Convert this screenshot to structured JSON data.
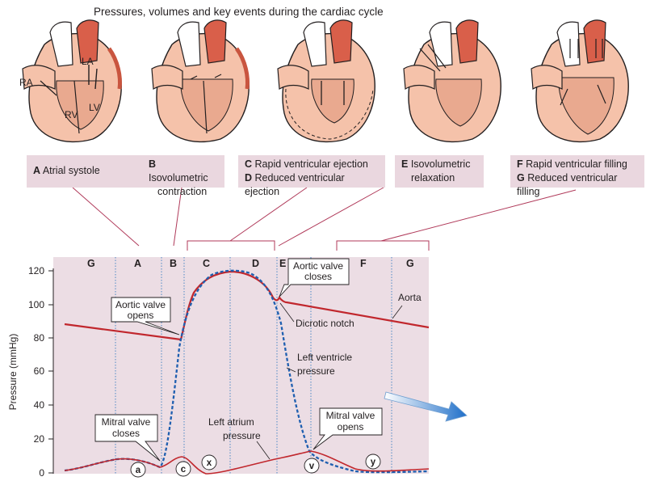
{
  "title": "Pressures, volumes and key events during the cardiac cycle",
  "heart_labels": {
    "ra": "RA",
    "la": "LA",
    "rv": "RV",
    "lv": "LV"
  },
  "phase_boxes": [
    {
      "letter": "A",
      "text": "Atrial systole"
    },
    {
      "letter": "B",
      "text": "Isovolumetric",
      "text2": "contraction"
    },
    {
      "letter": "C",
      "text": "Rapid ventricular ejection",
      "letter2": "D",
      "text2": "Reduced ventricular ejection"
    },
    {
      "letter": "E",
      "text": "Isovolumetric",
      "text2": "relaxation"
    },
    {
      "letter": "F",
      "text": "Rapid ventricular filling",
      "letter2": "G",
      "text2": "Reduced ventricular filling"
    }
  ],
  "phase_strip": [
    "G",
    "A",
    "B",
    "C",
    "D",
    "E",
    "F",
    "G"
  ],
  "y_axis": {
    "label": "Pressure (mmHg)",
    "ticks": [
      "0",
      "20",
      "40",
      "60",
      "80",
      "100",
      "120"
    ]
  },
  "callouts": {
    "aortic_opens": [
      "Aortic valve",
      "opens"
    ],
    "aortic_closes": [
      "Aortic valve",
      "closes"
    ],
    "mitral_closes": [
      "Mitral valve",
      "closes"
    ],
    "mitral_opens": [
      "Mitral valve",
      "opens"
    ]
  },
  "annotations": {
    "aorta": "Aorta",
    "dicrotic": "Dicrotic notch",
    "lv_pressure": [
      "Left ventricle",
      "pressure"
    ],
    "la_pressure": [
      "Left atrium",
      "pressure"
    ]
  },
  "wave_labels": [
    "a",
    "c",
    "x",
    "v",
    "y"
  ],
  "colors": {
    "plot_bg": "#ecdde4",
    "aorta": "#c1272d",
    "lv": "#1f5fb0",
    "box_bg": "#ead7df"
  }
}
